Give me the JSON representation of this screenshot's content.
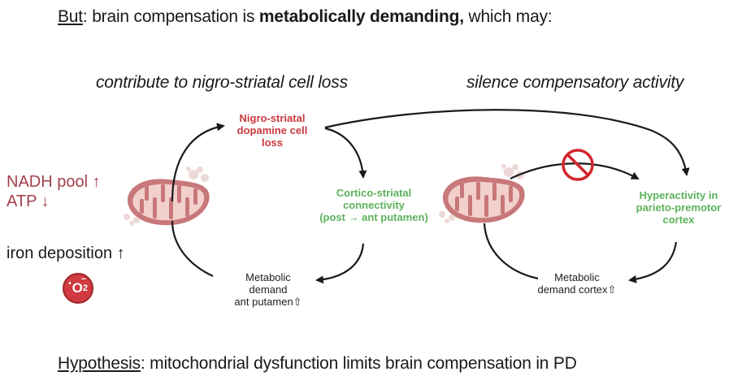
{
  "header": {
    "prefix_underlined": "But",
    "prefix_rest": ": brain compensation is ",
    "bold_phrase": "metabolically demanding,",
    "suffix": " which may:"
  },
  "subtitles": {
    "left": "contribute to nigro-striatal cell loss",
    "right": "silence compensatory activity"
  },
  "left_labels": {
    "nadh": "NADH pool ↑",
    "atp": "ATP ↓",
    "iron": "iron deposition ↑"
  },
  "superoxide": {
    "radical_dot": "•",
    "symbol": "O",
    "subscript": "2",
    "charge": "−"
  },
  "left_cycle": {
    "node_top": [
      "Nigro-striatal",
      "dopamine cell",
      "loss"
    ],
    "node_right": [
      "Cortico-striatal",
      "connectivity",
      "(post → ant putamen)"
    ],
    "node_bottom": [
      "Metabolic",
      "demand",
      "ant putamen⇧"
    ]
  },
  "right_cycle": {
    "node_right": [
      "Hyperactivity in",
      "parieto-premotor",
      "cortex"
    ],
    "node_bottom": [
      "Metabolic",
      "demand cortex⇧"
    ]
  },
  "footer": {
    "prefix_underlined": "Hypothesis",
    "rest": ": mitochondrial dysfunction limits brain compensation in PD"
  },
  "colors": {
    "red_node": "#c9393e",
    "green_node": "#5cb25c",
    "left_label_red": "#a3404c",
    "mito_outer": "#c8787a",
    "mito_inner": "#f2d0cc",
    "inhibit_sign": "#d2262c"
  }
}
